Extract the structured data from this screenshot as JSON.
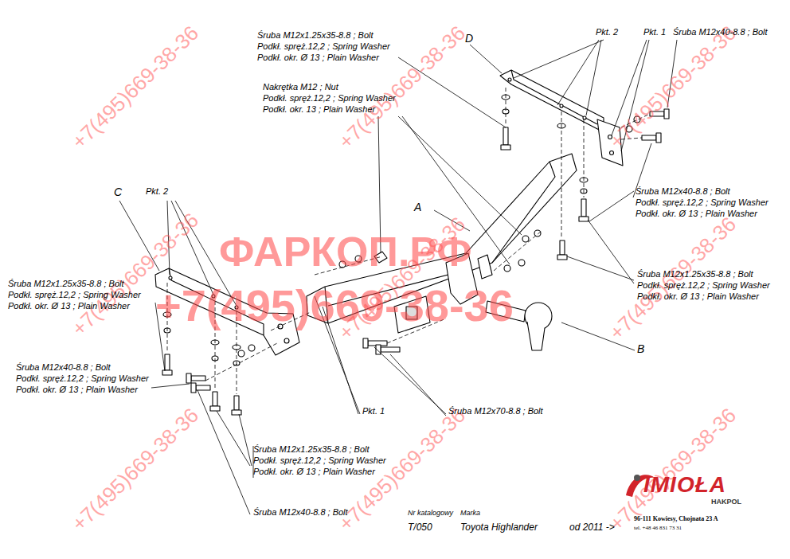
{
  "diagram": {
    "labels": [
      "Śruba M12x1.25x35-8.8 ; Bolt",
      "Podkł. spręż.12,2 ; Spring Washer",
      "Podkł. okr. Ø 13 ; Plain Washer",
      "D",
      "Pkt. 2",
      "Pkt. 1",
      "Śruba M12x40-8.8 ; Bolt",
      "Nakrętka M12 ; Nut",
      "Podkł. spręż.12,2 ; Spring Washer",
      "Podkł. okr. 13 ; Plain Washer",
      "A",
      "C",
      "Pkt. 2",
      "Śruba M12x40-8.8 ; Bolt",
      "Podkł. spręż.12,2 ; Spring Washer",
      "Podkł. okr. Ø 13 ; Plain Washer",
      "Śruba M12x1.25x35-8.8 ; Bolt",
      "Podkł. spręż.12,2 ; Spring Washer",
      "Podkł. okr. Ø 13 ; Plain Washer",
      "Śruba M12x1.25x35-8.8 ; Bolt",
      "Podkł. spręż.12,2 ; Spring Washer",
      "Podkł. okr. Ø 13 ; Plain Washer",
      "Śruba M12x40-8.8 ; Bolt",
      "Podkł. spręż.12,2 ; Spring Washer",
      "Podkł. okr. Ø 13 ; Plain Washer",
      "B",
      "Pkt. 1",
      "Śruba M12x70-8.8 ; Bolt",
      "Śruba M12x1.25x35-8.8 ; Bolt",
      "Podkł. spręż.12,2 ; Spring Washer",
      "Podkł. okr. Ø 13 ; Plain Washer",
      "Śruba M12x40-8.8 ; Bolt",
      "Nr katalogowy",
      "Marka",
      "T/050",
      "Toyota Highlander",
      "od 2011 ->",
      "IMIOŁA",
      "HAKPOL",
      "96-111 Kowiesy, Chojnata 23 A",
      "tel. +48 46 831 73 31",
      "ФАРКОП.РФ",
      "+7(495)669-38-36",
      "+7(495)669-38-36",
      "+7(495)669-38-36",
      "+7(495)669-38-36",
      "+7(495)669-38-36",
      "+7(495)669-38-36",
      "+7(495)669-38-36",
      "+7(495)669-38-36",
      "+7(495)669-38-36",
      "+7(495)669-38-36"
    ]
  }
}
